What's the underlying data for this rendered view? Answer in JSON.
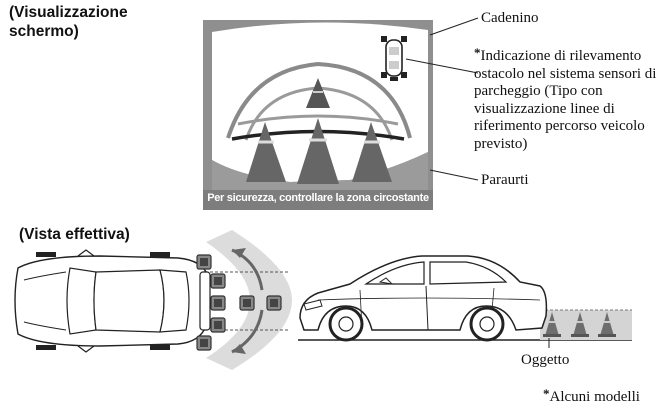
{
  "headings": {
    "display_view": "(Visualizzazione schermo)",
    "actual_view": "(Vista effettiva)"
  },
  "screen": {
    "warning_banner": "Per sicurezza, controllare la zona circostante"
  },
  "callouts": {
    "cadenino": "Cadenino",
    "star_mark": "*",
    "obstacle_indicator": "Indicazione di rilevamento ostacolo nel sistema sensori di parcheggio (Tipo con visualizzazione linee di riferimento percorso veicolo previsto)",
    "paraurti": "Paraurti",
    "oggetto": "Oggetto"
  },
  "footnote": {
    "star_mark": "*",
    "text": "Alcuni modelli"
  },
  "colors": {
    "screen_gray": "#8f8f8f",
    "cone_dark": "#6e6e6e",
    "ground_gray": "#d4d4d4"
  }
}
